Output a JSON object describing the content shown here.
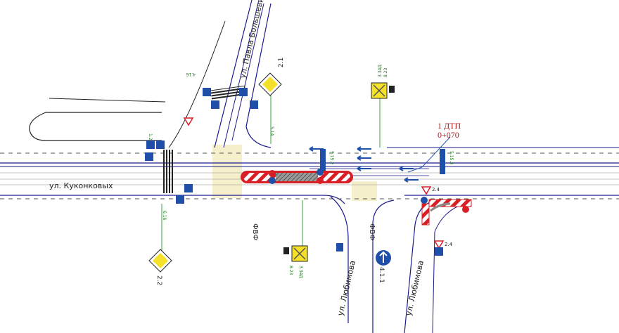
{
  "streets": {
    "kukonkovykh": "ул. Куконковых",
    "pavla_bolshevikova": "ул. Павла Большевикова",
    "lyubimova_1": "ул. Любимова",
    "lyubimova_2": "ул. Любимова"
  },
  "dtp_marker": {
    "line1": "1 ДТП",
    "line2": "0+070"
  },
  "signs": {
    "s22": "2.2",
    "s21": "2.1",
    "s24_a": "2.4",
    "s24_b": "2.4",
    "s411": "4.1.1",
    "s3342_a": "3.34Д",
    "s823_a": "8.23",
    "s3342_b": "3.34Д",
    "s823_b": "8.23"
  },
  "fvf": {
    "a": "ФВФ",
    "b": "ФВФ"
  },
  "small_labels": {
    "l416": "4.16",
    "l514": "5.14",
    "l5152": "5.15.2",
    "l5153": "5.15.3",
    "l12": "1.2",
    "l6": "6.16"
  },
  "colors": {
    "road_line": "#1a1a8c",
    "barrier_red": "#d81f26",
    "sign_blue": "#1f4fa8",
    "sign_yellow": "#f5e12a",
    "zone_fill": "#f6efcc",
    "pole_green": "#3aa13a"
  }
}
